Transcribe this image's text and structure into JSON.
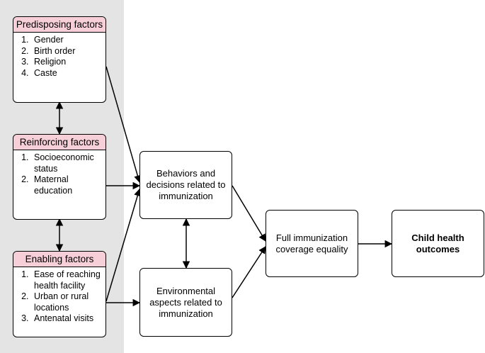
{
  "predisposing": {
    "title": "Predisposing factors",
    "items": [
      "Gender",
      "Birth order",
      "Religion",
      "Caste"
    ]
  },
  "reinforcing": {
    "title": "Reinforcing factors",
    "items": [
      "Socioeconomic status",
      "Maternal education"
    ]
  },
  "enabling": {
    "title": "Enabling factors",
    "items": [
      "Ease of reaching health facility",
      "Urban or rural locations",
      "Antenatal visits"
    ]
  },
  "behaviors": {
    "label": "Behaviors and decisions related to immunization"
  },
  "environmental": {
    "label": "Environmental aspects related to immunization"
  },
  "equality": {
    "label": "Full immunization coverage equality"
  },
  "outcomes": {
    "label": "Child health outcomes"
  },
  "colors": {
    "panel": "#e4e4e4",
    "header": "#f6cfd9",
    "line": "#000000"
  }
}
